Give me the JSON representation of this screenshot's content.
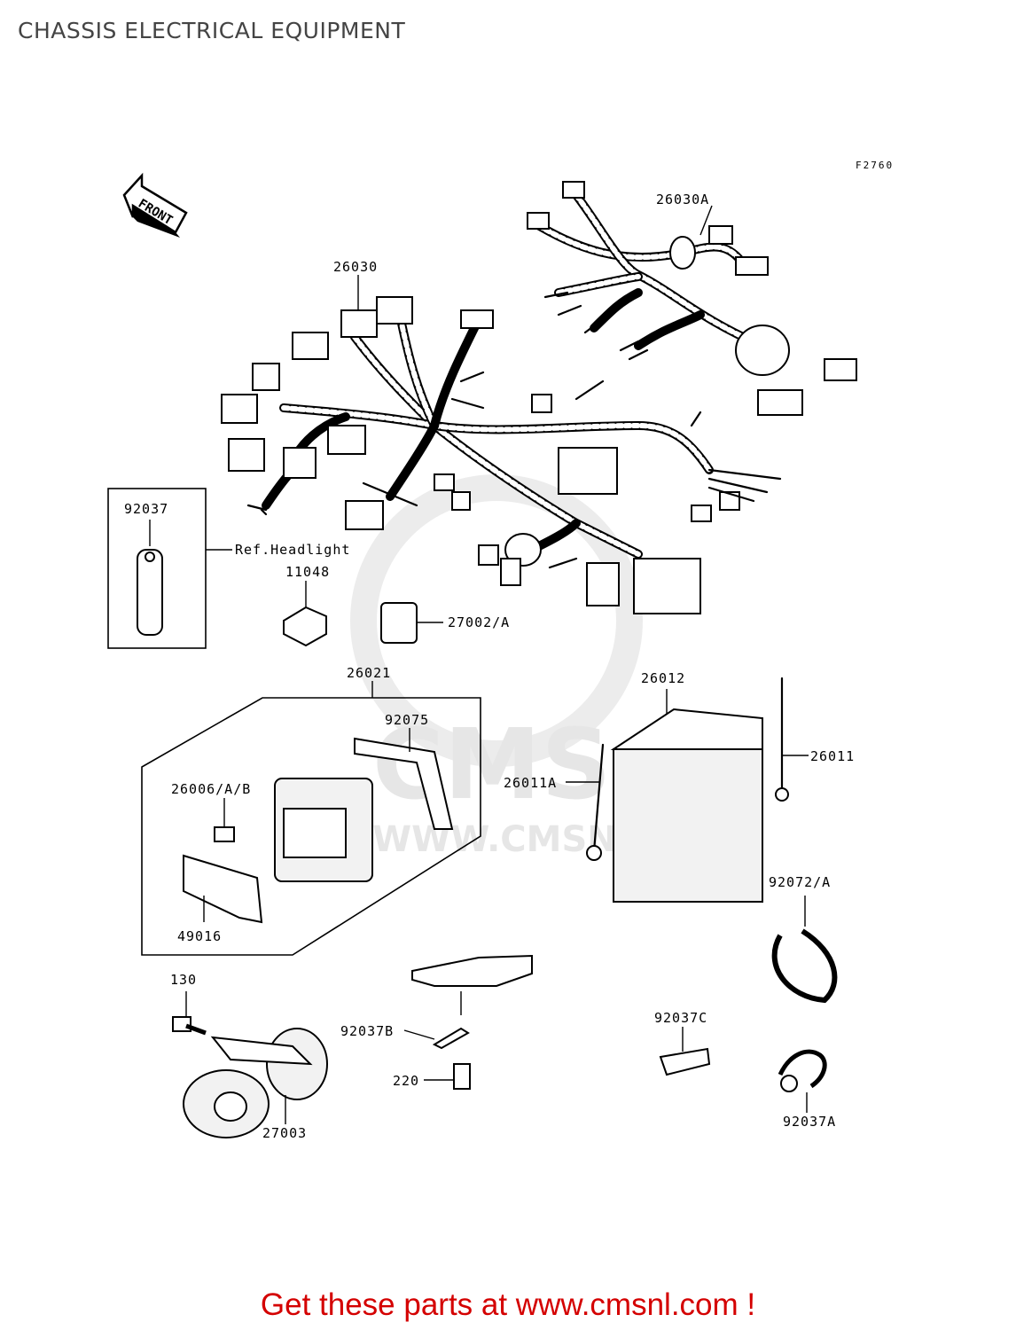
{
  "header": {
    "title": "CHASSIS ELECTRICAL EQUIPMENT"
  },
  "figure_code": "F2760",
  "direction_arrow": {
    "text": "FRONT"
  },
  "watermark": {
    "brand": "CMS",
    "url": "WWW.CMSNL.COM"
  },
  "callouts": {
    "c26030A": "26030A",
    "c26030": "26030",
    "c92037": "92037",
    "cRefHeadlight": "Ref.Headlight",
    "c11048": "11048",
    "c27002": "27002/A",
    "c26021": "26021",
    "c92075": "92075",
    "c26006": "26006/A/B",
    "c49016": "49016",
    "c26012": "26012",
    "c26011": "26011",
    "c26011A": "26011A",
    "c92072": "92072/A",
    "c130": "130",
    "c92037B": "92037B",
    "c220": "220",
    "c27003": "27003",
    "c92037C": "92037C",
    "c92037A": "92037A"
  },
  "footer": {
    "text": "Get these parts at www.cmsnl.com !"
  }
}
